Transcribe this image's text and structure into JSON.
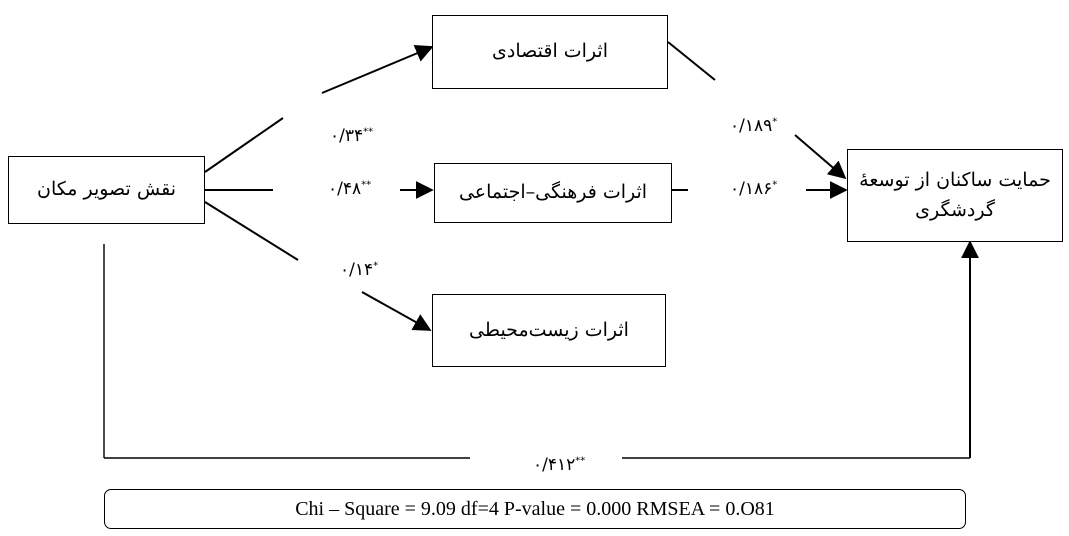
{
  "diagram": {
    "nodes": {
      "place_image": "نقش تصویر مکان",
      "economic": "اثرات اقتصادی",
      "sociocultural": "اثرات فرهنگی–اجتماعی",
      "environmental": "اثرات زیست‌محیطی",
      "support": "حمایت ساکنان از توسعهٔ گردشگری"
    },
    "coefficients": {
      "place_to_economic": {
        "value": "۰/۳۴",
        "sig": "**"
      },
      "place_to_sociocultural": {
        "value": "۰/۴۸",
        "sig": "**"
      },
      "place_to_environmental": {
        "value": "۰/۱۴",
        "sig": "*"
      },
      "economic_to_support": {
        "value": "۰/۱۸۹",
        "sig": "*"
      },
      "sociocultural_to_support": {
        "value": "۰/۱۸۶",
        "sig": "*"
      },
      "place_to_support": {
        "value": "۰/۴۱۲",
        "sig": "**"
      }
    },
    "fit_statistics": "Chi – Square = 9.09 df=4 P-value = 0.000 RMSEA = 0.O81"
  }
}
